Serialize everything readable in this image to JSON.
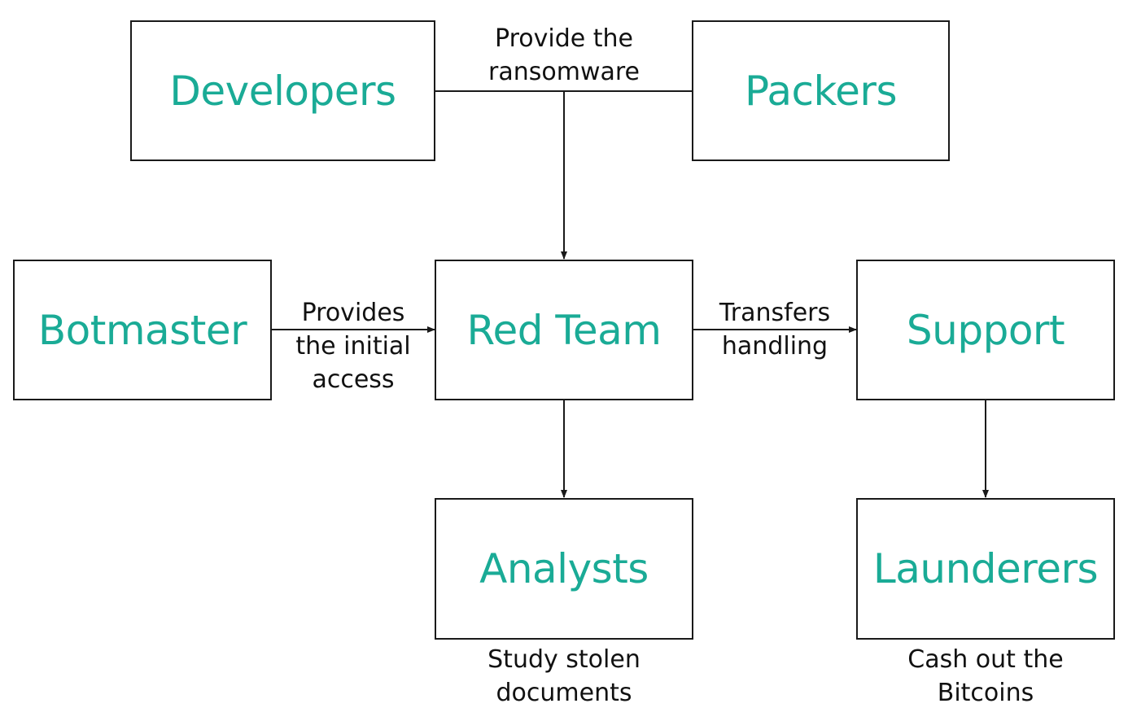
{
  "colors": {
    "node_text": "#1aab96",
    "border": "#1a1a1a",
    "edge_text": "#111111"
  },
  "nodes": {
    "developers": "Developers",
    "packers": "Packers",
    "botmaster": "Botmaster",
    "red_team": "Red Team",
    "support": "Support",
    "analysts": "Analysts",
    "launderers": "Launderers"
  },
  "edges": {
    "ransomware": "Provide the\nransomware",
    "initial_access": "Provides\nthe initial\naccess",
    "transfers": "Transfers\nhandling"
  },
  "captions": {
    "analysts": "Study stolen\ndocuments",
    "launderers": "Cash out the\nBitcoins"
  }
}
